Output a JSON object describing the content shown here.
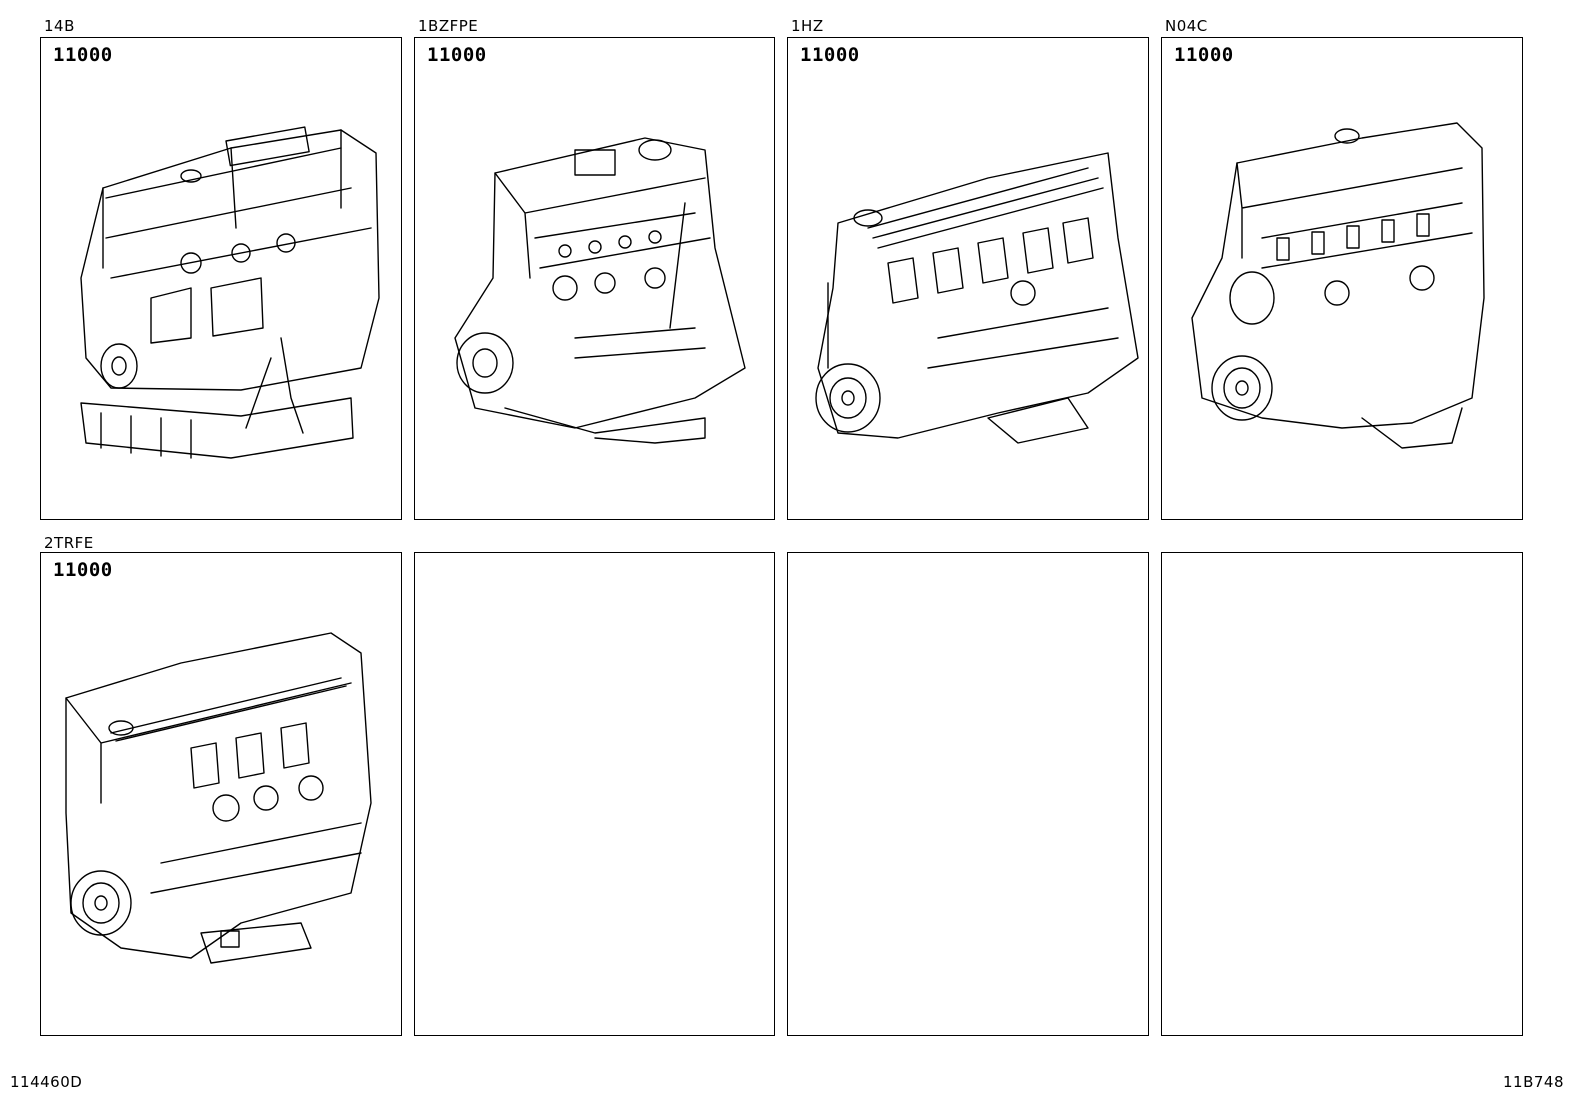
{
  "panels": [
    {
      "label": "14B",
      "part_number": "11000"
    },
    {
      "label": "1BZFPE",
      "part_number": "11000"
    },
    {
      "label": "1HZ",
      "part_number": "11000"
    },
    {
      "label": "N04C",
      "part_number": "11000"
    },
    {
      "label": "2TRFE",
      "part_number": "11000"
    },
    {
      "label": "",
      "part_number": ""
    },
    {
      "label": "",
      "part_number": ""
    },
    {
      "label": "",
      "part_number": ""
    }
  ],
  "footer": {
    "left_code": "114460D",
    "right_code": "11B748"
  },
  "icons": {
    "engine_illustration": "engine-assembly-line-drawing"
  }
}
